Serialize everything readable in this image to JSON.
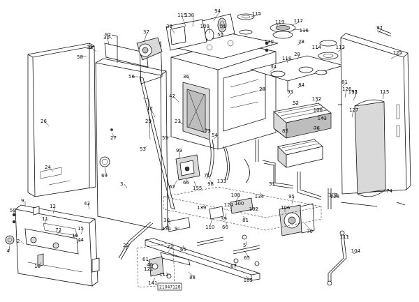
{
  "diagram": {
    "reference_code": "21047128",
    "callouts": [
      "115",
      "138",
      "94",
      "115",
      "37",
      "39",
      "109",
      "50",
      "51",
      "17",
      "30",
      "33",
      "92",
      "26",
      "56",
      "100",
      "113",
      "116",
      "119",
      "120",
      "29",
      "3",
      "115",
      "97",
      "125",
      "81",
      "128",
      "58",
      "28",
      "28",
      "117",
      "118",
      "114",
      "34",
      "84",
      "93",
      "126",
      "92",
      "115",
      "27",
      "24",
      "69",
      "42",
      "36",
      "28",
      "52",
      "132",
      "143",
      "127",
      "76",
      "23",
      "53",
      "71",
      "85",
      "73",
      "54",
      "55",
      "99",
      "43",
      "15",
      "9",
      "59",
      "12",
      "11",
      "72",
      "44",
      "19",
      "18",
      "2",
      "4",
      "62",
      "66",
      "135",
      "98",
      "133",
      "134",
      "106",
      "95",
      "103",
      "74",
      "22",
      "39",
      "110",
      "139",
      "60",
      "108",
      "100",
      "81",
      "102",
      "70",
      "111",
      "104",
      "105",
      "88",
      "112",
      "141",
      "61",
      "22",
      "30",
      "65",
      "67",
      "5",
      "51",
      "124",
      "9",
      "121",
      "131",
      "65",
      "40",
      "63"
    ]
  }
}
